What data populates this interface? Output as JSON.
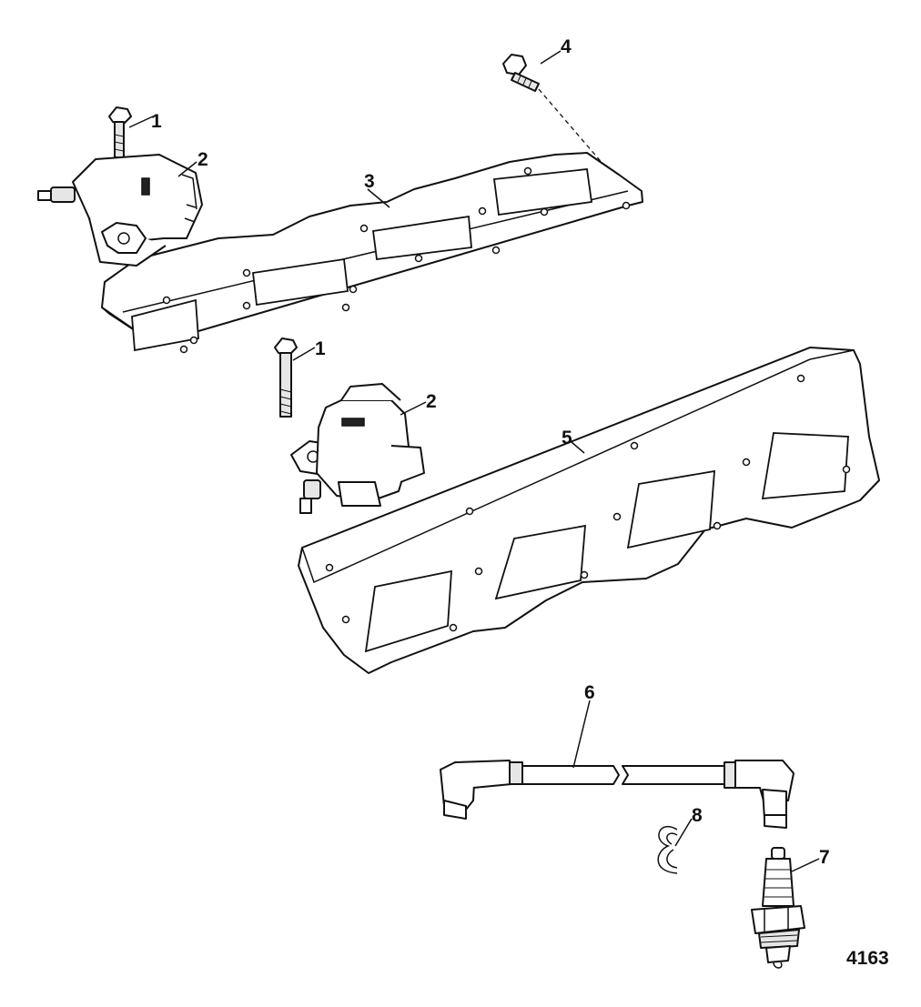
{
  "figure_number": "4163",
  "callouts": [
    {
      "id": "c1a",
      "label": "1"
    },
    {
      "id": "c2a",
      "label": "2"
    },
    {
      "id": "c3",
      "label": "3"
    },
    {
      "id": "c4",
      "label": "4"
    },
    {
      "id": "c1b",
      "label": "1"
    },
    {
      "id": "c2b",
      "label": "2"
    },
    {
      "id": "c5",
      "label": "5"
    },
    {
      "id": "c6",
      "label": "6"
    },
    {
      "id": "c8",
      "label": "8"
    },
    {
      "id": "c7",
      "label": "7"
    }
  ]
}
